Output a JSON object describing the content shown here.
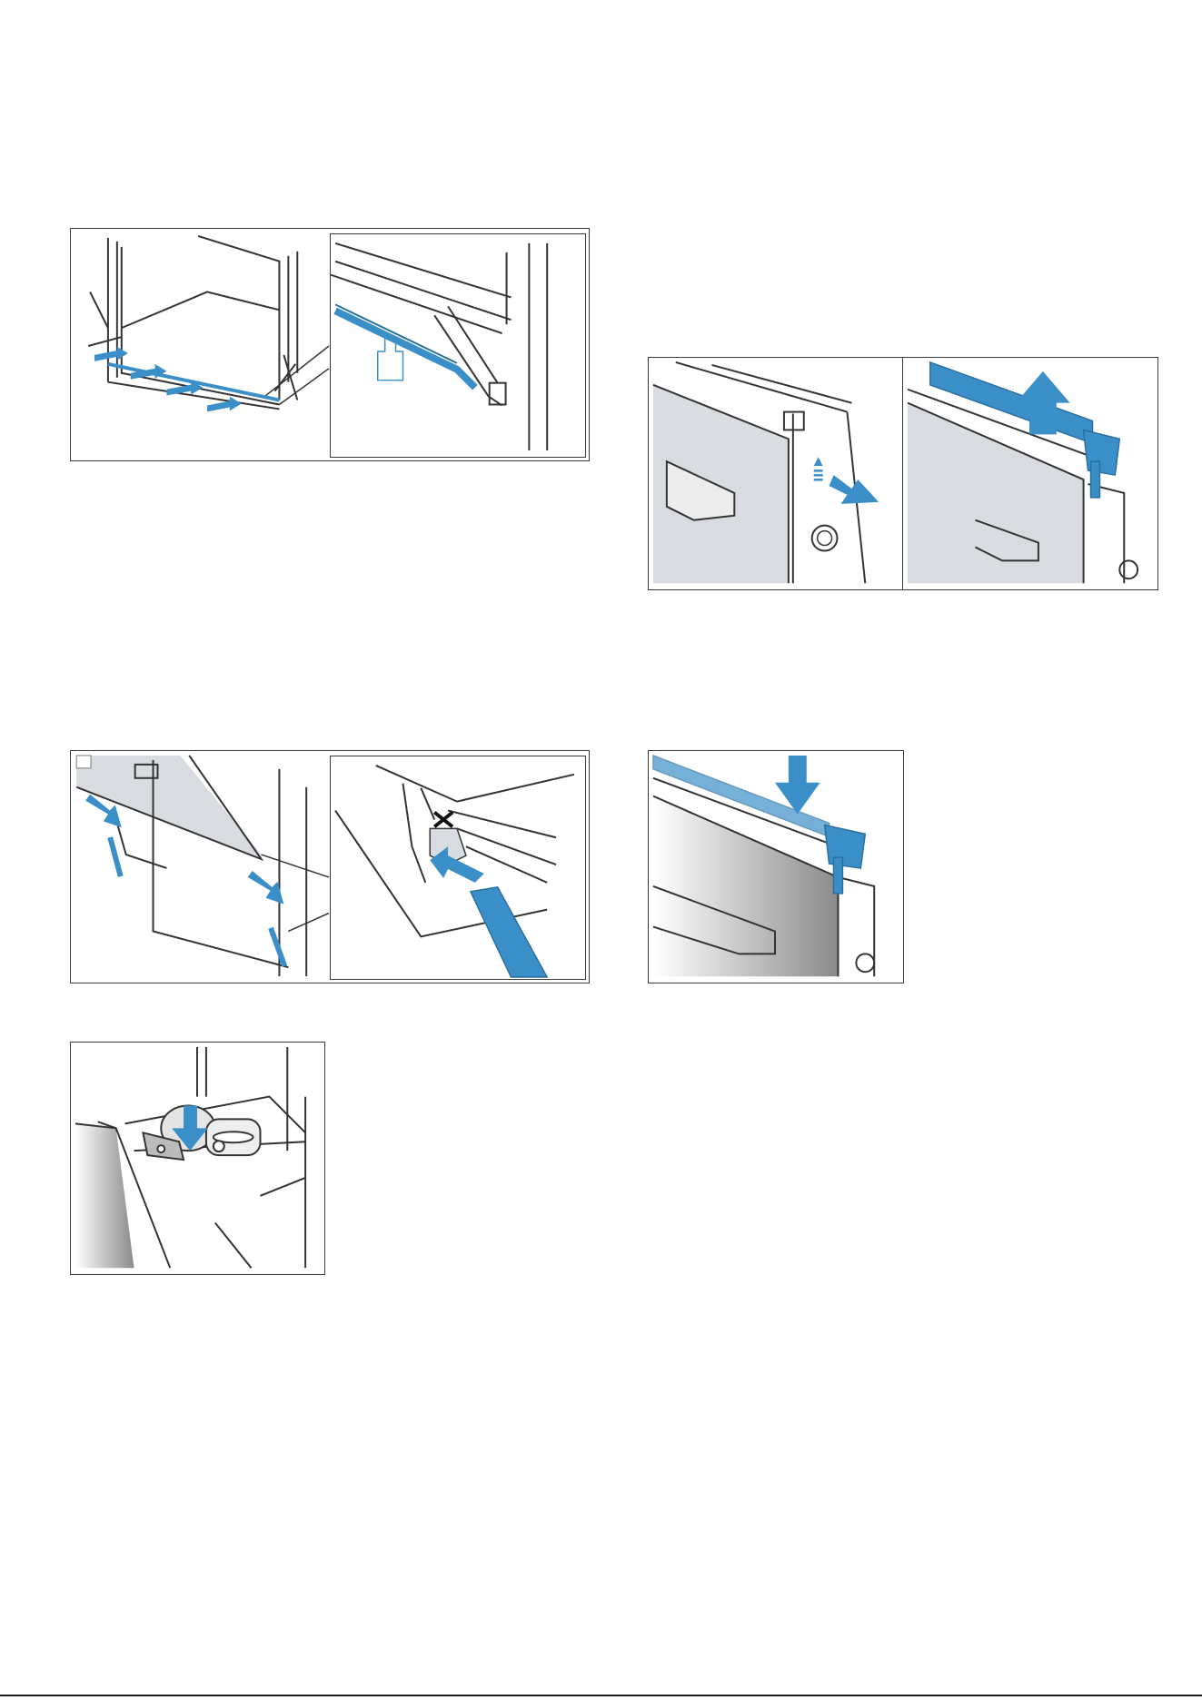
{
  "colors": {
    "accent_blue": "#3b8fc9",
    "accent_blue_dark": "#2a6f9e",
    "line": "#3a3a3a",
    "panel_grey": "#d8dbe0"
  },
  "figures": [
    {
      "id": "fig-1",
      "name": "door-seal-removal-figure",
      "icons": [
        "arrow-icon",
        "seal-icon",
        "oven-rail-icon"
      ]
    },
    {
      "id": "fig-2",
      "name": "door-cover-push-figure",
      "icons": [
        "arrow-icon",
        "door-panel-icon",
        "screw-icon"
      ]
    },
    {
      "id": "fig-3",
      "name": "door-cover-lift-figure",
      "icons": [
        "arrow-up-icon",
        "door-cover-icon"
      ]
    },
    {
      "id": "fig-4",
      "name": "door-glass-insert-figure",
      "icons": [
        "arrow-icon",
        "cross-mark-icon"
      ]
    },
    {
      "id": "fig-5",
      "name": "door-cover-press-figure",
      "icons": [
        "arrow-down-icon",
        "door-cover-icon"
      ]
    },
    {
      "id": "fig-6",
      "name": "hinge-lever-figure",
      "icons": [
        "arrow-down-icon",
        "hinge-icon"
      ]
    }
  ]
}
